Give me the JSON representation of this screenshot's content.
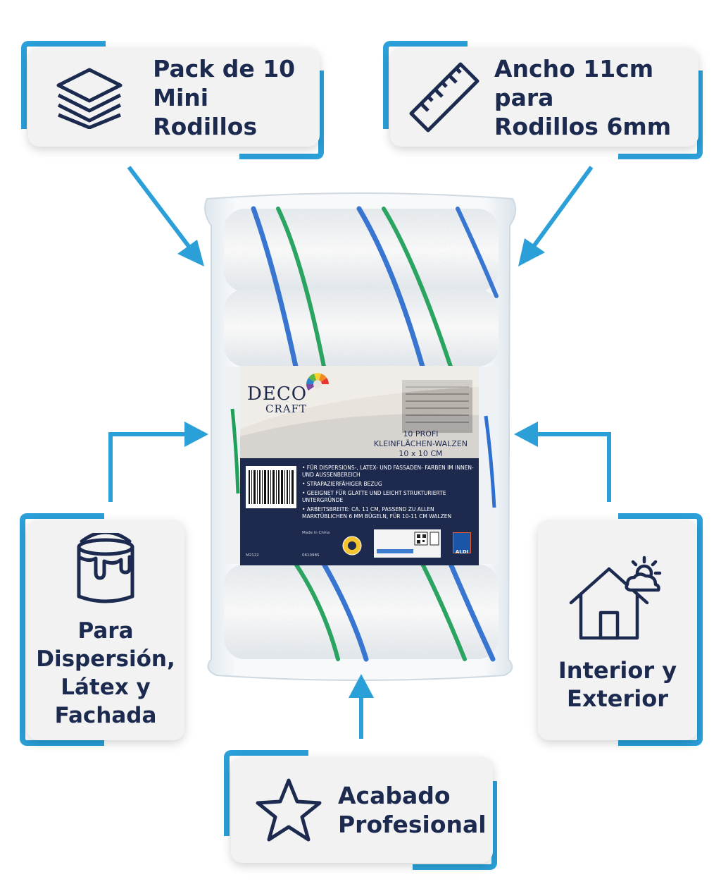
{
  "colors": {
    "accent": "#2a9fd8",
    "navy": "#1b2a4e",
    "card_bg": "#f2f2f3",
    "roller_blue": "#2f6fcf",
    "roller_green": "#21a05a"
  },
  "features": [
    {
      "id": "pack",
      "icon": "stacked-layers-icon",
      "lines": [
        "Pack de 10",
        "Mini Rodillos"
      ]
    },
    {
      "id": "width",
      "icon": "ruler-icon",
      "lines": [
        "Ancho 11cm para",
        "Rodillos 6mm"
      ]
    },
    {
      "id": "usage",
      "icon": "paint-can-icon",
      "lines": [
        "Para",
        "Dispersión,",
        "Látex y",
        "Fachada"
      ]
    },
    {
      "id": "environment",
      "icon": "house-weather-icon",
      "lines": [
        "Interior y",
        "Exterior"
      ]
    },
    {
      "id": "finish",
      "icon": "star-icon",
      "lines": [
        "Acabado",
        "Profesional"
      ]
    }
  ],
  "product": {
    "brand": "DECO",
    "brand_sub": "CRAFT",
    "title_lines": [
      "10 PROFI",
      "KLEINFLÄCHEN-WALZEN",
      "10 x 10 CM"
    ],
    "bullets": [
      "• FÜR DISPERSIONS-, LATEX- UND FASSADEN- FARBEN IM INNEN- UND AUSSENBEREICH",
      "• STRAPAZIERFÄHIGER BEZUG",
      "• GEEIGNET FÜR GLATTE UND LEICHT STRUKTURIERTE UNTERGRÜNDE",
      "• ARBEITSBREITE: CA. 11 CM, PASSEND ZU ALLEN MARKTÜBLICHEN 6 MM BÜGELN, FÜR 10-11 CM WALZEN"
    ],
    "made_in": "Made in China",
    "article_code": "M2122",
    "batch_code": "061098S",
    "retailer": "ALDI"
  }
}
